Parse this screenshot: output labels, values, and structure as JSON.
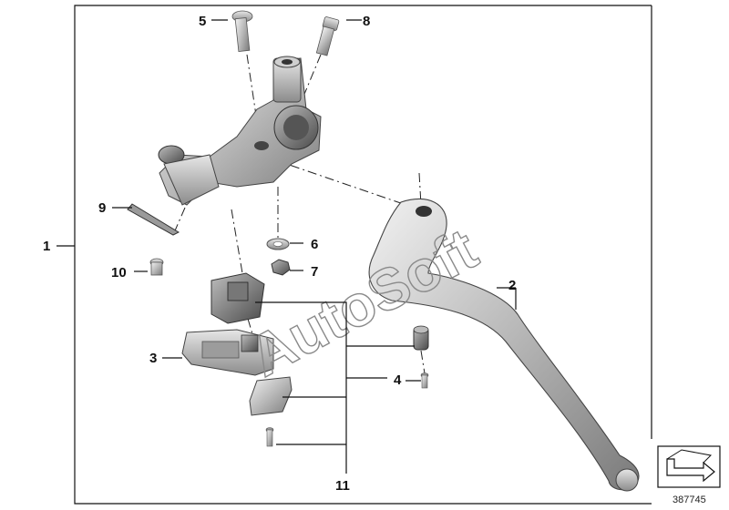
{
  "callouts": {
    "c1": "1",
    "c2": "2",
    "c3": "3",
    "c4": "4",
    "c5": "5",
    "c6": "6",
    "c7": "7",
    "c8": "8",
    "c9": "9",
    "c10": "10",
    "c11": "11"
  },
  "watermark": "AutoSoft",
  "reference_number": "387745",
  "icons": {
    "navigation": "arrow-corner-icon"
  },
  "colors": {
    "frame": "#111111",
    "part_shading": "#b9b9b9",
    "watermark": "#8a8a8a"
  }
}
